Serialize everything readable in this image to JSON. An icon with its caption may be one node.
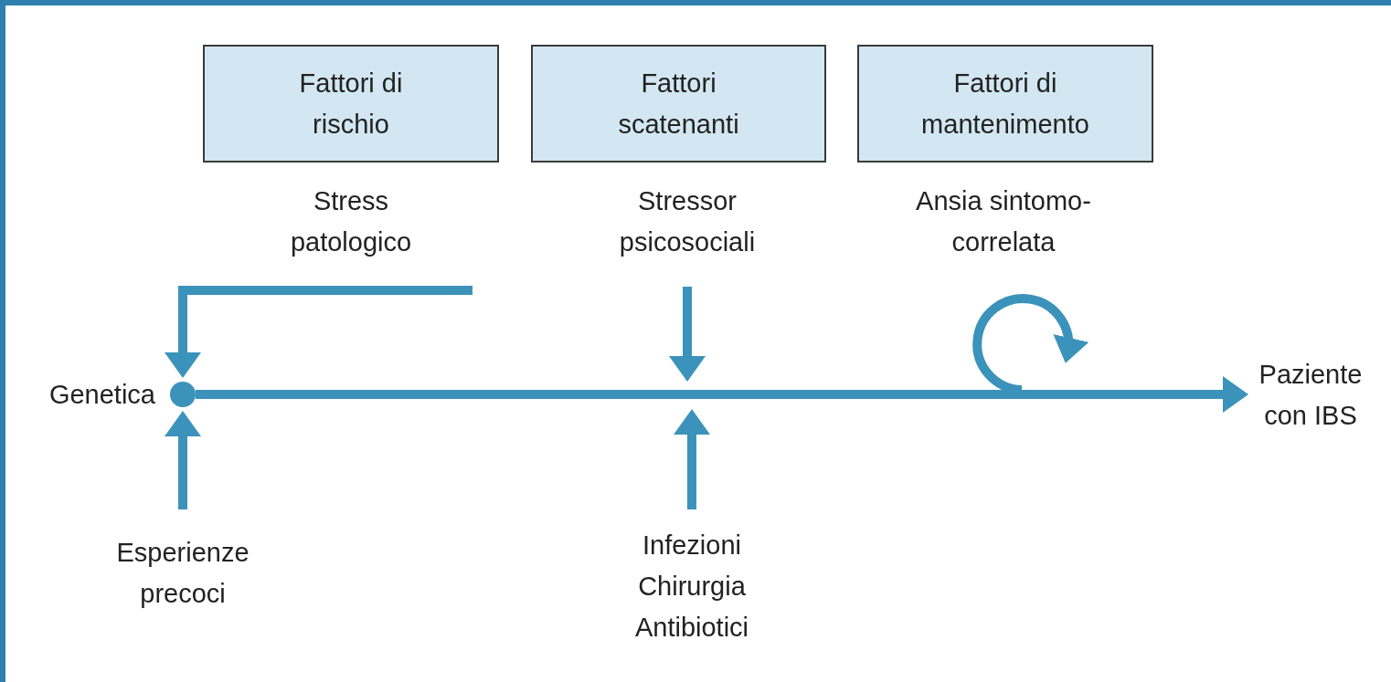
{
  "diagram": {
    "nodes": [
      {
        "text": [
          "Fattori di rischio"
        ]
      },
      {
        "text": [
          "Fattori scatenanti"
        ]
      },
      {
        "text": [
          "Fattori di mantenimento"
        ]
      },
      {
        "text": [
          "Stress patologico"
        ]
      },
      {
        "text": [
          "Stressor psicosociali"
        ]
      },
      {
        "text": [
          "Ansia sintomo-correlata"
        ]
      },
      {
        "text": [],
        "shape": "circle",
        "beside": [
          "Genetica"
        ]
      },
      {
        "text": [
          "Paziente con IBS"
        ]
      },
      {
        "text": [
          "Esperienze precoci"
        ]
      },
      {
        "text": [
          "Infezioni Chirurgia Antibiotici"
        ]
      }
    ],
    "edges": [
      {
        "from": 3,
        "to": 6,
        "arrow": "to"
      },
      {
        "from": 8,
        "to": 6,
        "arrow": "to"
      },
      {
        "from": 6,
        "to": 7,
        "arrow": "to"
      },
      {
        "from": 4,
        "to": null,
        "arrow": "to"
      },
      {
        "from": 9,
        "to": null,
        "arrow": "to"
      }
    ]
  }
}
